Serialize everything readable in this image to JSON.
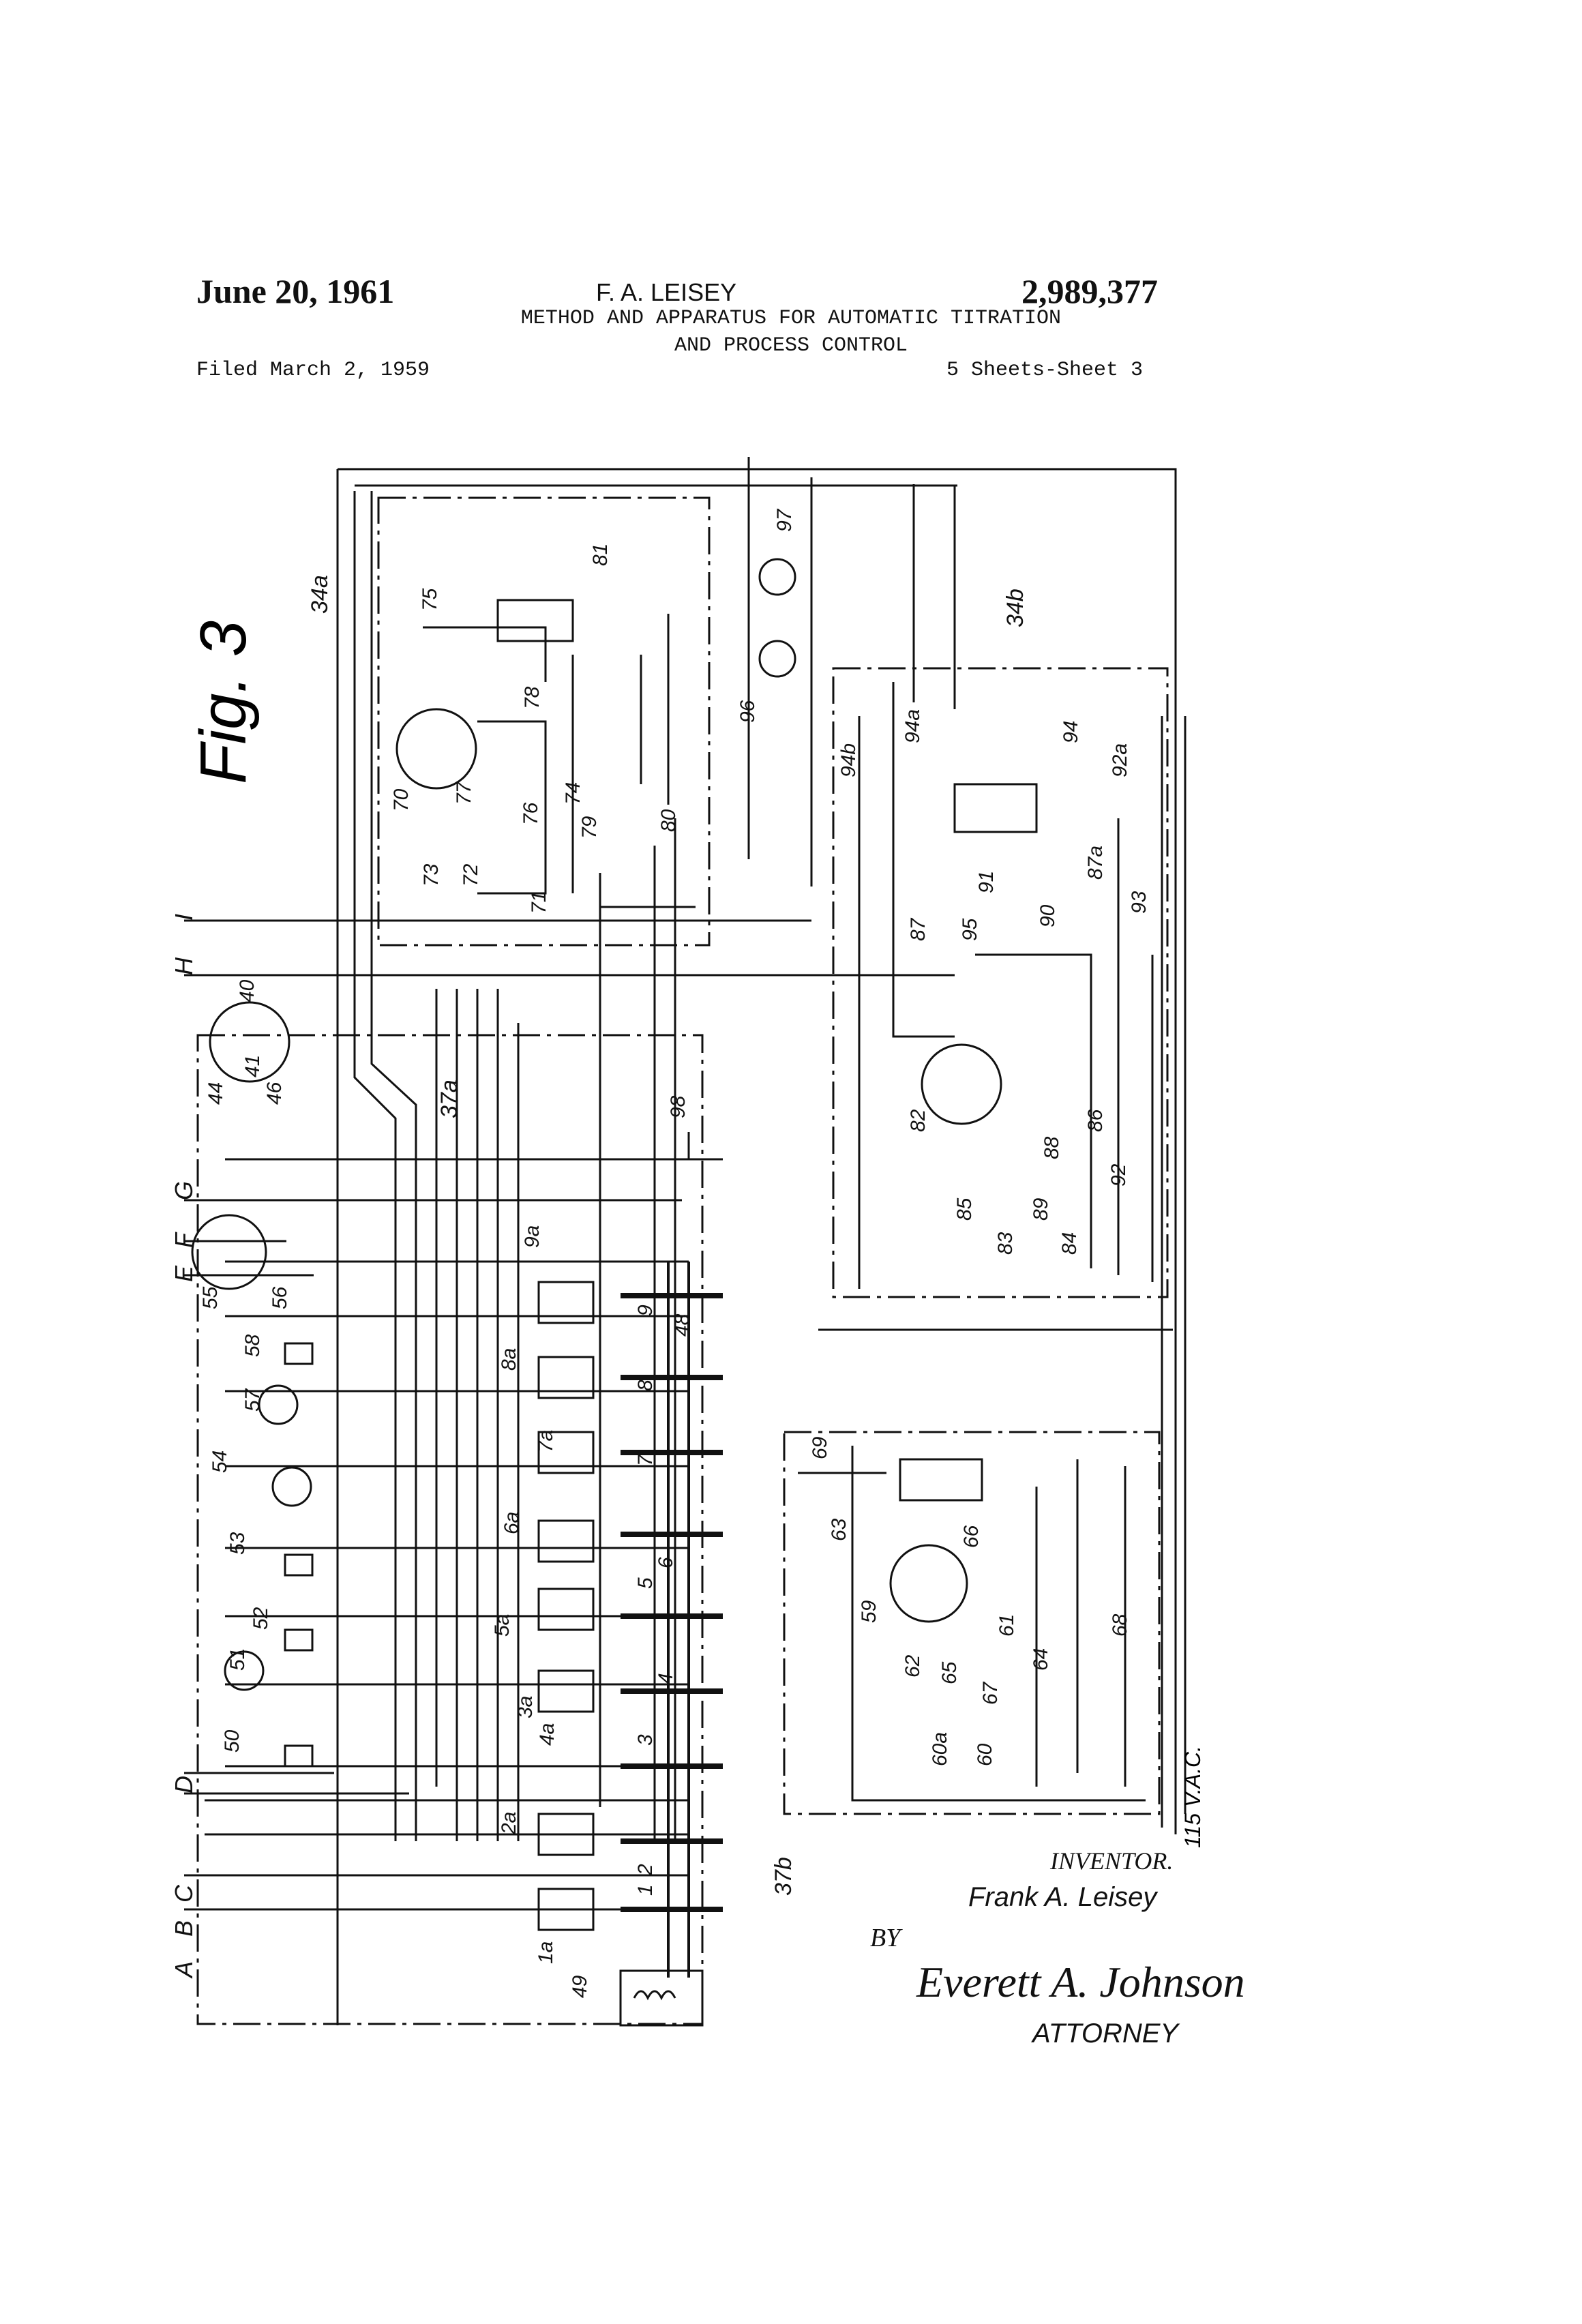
{
  "header": {
    "date": "June 20, 1961",
    "inventor": "F. A. LEISEY",
    "patent_number": "2,989,377",
    "title_line1": "METHOD AND APPARATUS FOR AUTOMATIC TITRATION",
    "title_line2": "AND PROCESS CONTROL",
    "filed": "Filed March 2, 1959",
    "sheets": "5 Sheets-Sheet 3"
  },
  "figure": {
    "label": "Fig. 3",
    "supply_label": "115 V.A.C.",
    "terminals": [
      "A",
      "B",
      "C",
      "D",
      "E",
      "F",
      "G",
      "H",
      "I"
    ],
    "blocks": [
      "34a",
      "34b",
      "37a",
      "37b"
    ],
    "reference_numerals": [
      "40",
      "41",
      "44",
      "46",
      "48",
      "49",
      "50",
      "51",
      "52",
      "53",
      "54",
      "55",
      "56",
      "57",
      "58",
      "59",
      "60",
      "60a",
      "61",
      "62",
      "63",
      "64",
      "65",
      "66",
      "67",
      "68",
      "69",
      "70",
      "71",
      "72",
      "73",
      "74",
      "75",
      "76",
      "77",
      "78",
      "79",
      "80",
      "81",
      "82",
      "83",
      "84",
      "85",
      "86",
      "87",
      "87a",
      "88",
      "89",
      "90",
      "91",
      "92",
      "92a",
      "93",
      "94",
      "94a",
      "94b",
      "95",
      "96",
      "97",
      "98",
      "1",
      "1a",
      "2",
      "2a",
      "3",
      "3a",
      "4",
      "4a",
      "5",
      "5a",
      "6",
      "6a",
      "7",
      "7a",
      "8",
      "8a",
      "9",
      "9a"
    ]
  },
  "signature_block": {
    "inventor_label": "INVENTOR.",
    "inventor_name": "Frank A. Leisey",
    "by_label": "BY",
    "signature": "Everett A. Johnson",
    "attorney_label": "ATTORNEY"
  }
}
